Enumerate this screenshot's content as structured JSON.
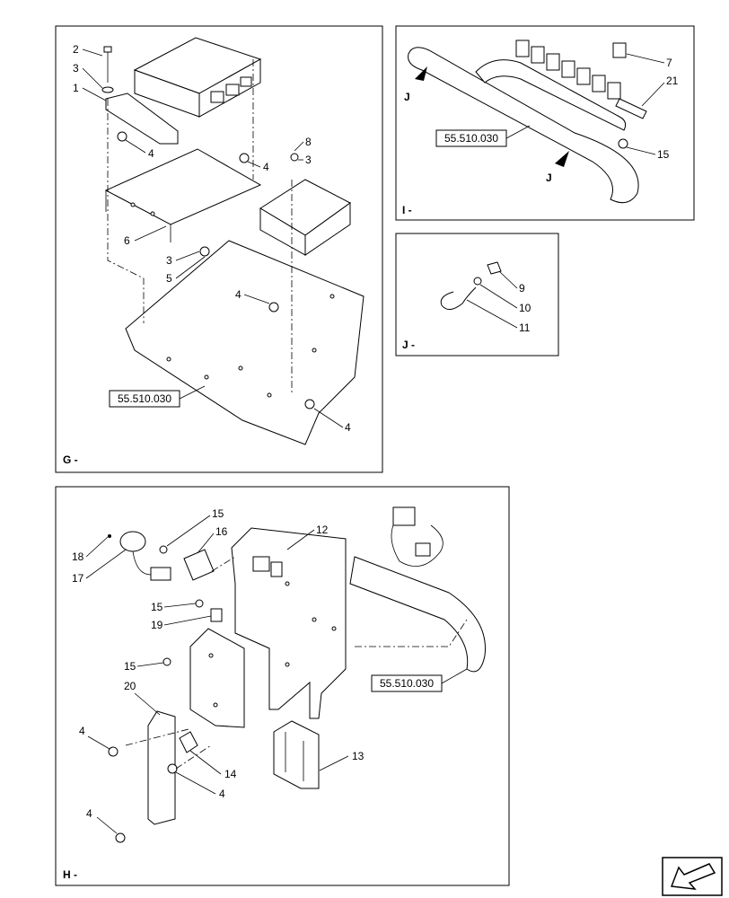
{
  "panels": {
    "G": {
      "label": "G -",
      "callouts": [
        "2",
        "3",
        "1",
        "4",
        "4",
        "8",
        "3",
        "6",
        "3",
        "5",
        "4",
        "4"
      ],
      "ref": "55.510.030"
    },
    "I": {
      "label": "I -",
      "callouts": [
        "7",
        "21",
        "15"
      ],
      "ref": "55.510.030",
      "view_marks": [
        "J",
        "J"
      ]
    },
    "J": {
      "label": "J -",
      "callouts": [
        "9",
        "10",
        "11"
      ]
    },
    "H": {
      "label": "H -",
      "callouts": [
        "15",
        "16",
        "18",
        "17",
        "12",
        "15",
        "19",
        "15",
        "20",
        "4",
        "14",
        "4",
        "4",
        "13"
      ],
      "ref": "55.510.030"
    }
  },
  "nav": {
    "icon": "arrow-nav-icon"
  }
}
